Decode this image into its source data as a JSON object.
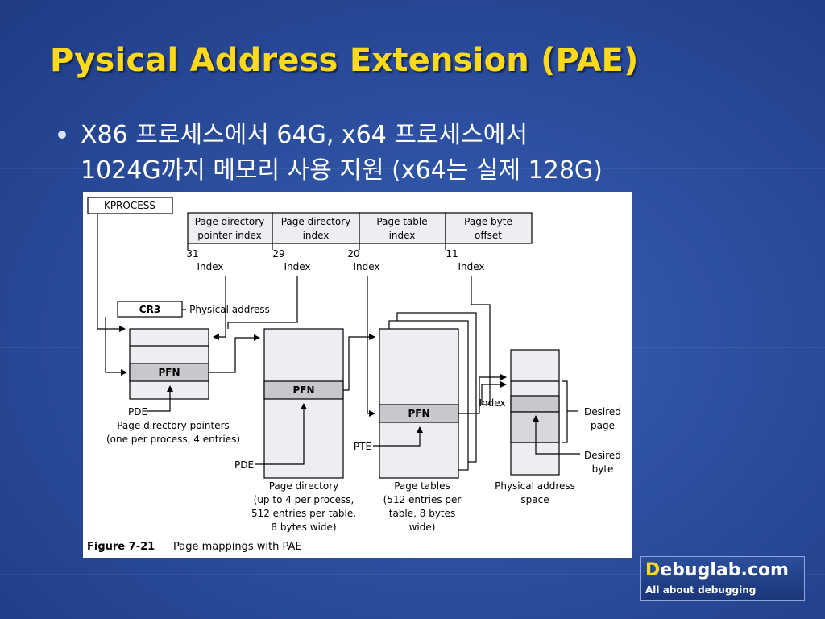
{
  "slide": {
    "title": "Pysical Address Extension (PAE)",
    "bullet_line1": "X86 프로세스에서 64G, x64 프로세스에서",
    "bullet_line2": "1024G까지 메모리 사용 지원 (x64는 실제 128G)"
  },
  "figure": {
    "kprocess": "KPROCESS",
    "cr3": "CR3",
    "physical_address": "Physical address",
    "va_fields": [
      [
        "Page directory",
        "pointer index"
      ],
      [
        "Page directory",
        "index"
      ],
      [
        "Page table",
        "index"
      ],
      [
        "Page byte",
        "offset"
      ]
    ],
    "bit_labels": [
      "31",
      "29",
      "20",
      "11"
    ],
    "index": "Index",
    "pfn": "PFN",
    "pde": "PDE",
    "pte": "PTE",
    "pdp_caption": [
      "Page directory pointers",
      "(one per process, 4 entries)"
    ],
    "pd_caption": [
      "Page directory",
      "(up to 4 per process,",
      "512 entries per table,",
      "8 bytes wide)"
    ],
    "pt_caption": [
      "Page tables",
      "(512 entries per",
      "table, 8 bytes",
      "wide)"
    ],
    "phys_caption": [
      "Physical address",
      "space"
    ],
    "desired_page": [
      "Desired",
      "page"
    ],
    "desired_byte": [
      "Desired",
      "byte"
    ],
    "figure_label": "Figure 7-21",
    "figure_title": "Page mappings with PAE"
  },
  "logo": {
    "brand_initial": "D",
    "brand_rest": "ebuglab.com",
    "tagline": "All about debugging"
  },
  "colors": {
    "title": "#ffd91a",
    "background": "#2c4f9f",
    "logo_initial": "#ffd91a"
  }
}
